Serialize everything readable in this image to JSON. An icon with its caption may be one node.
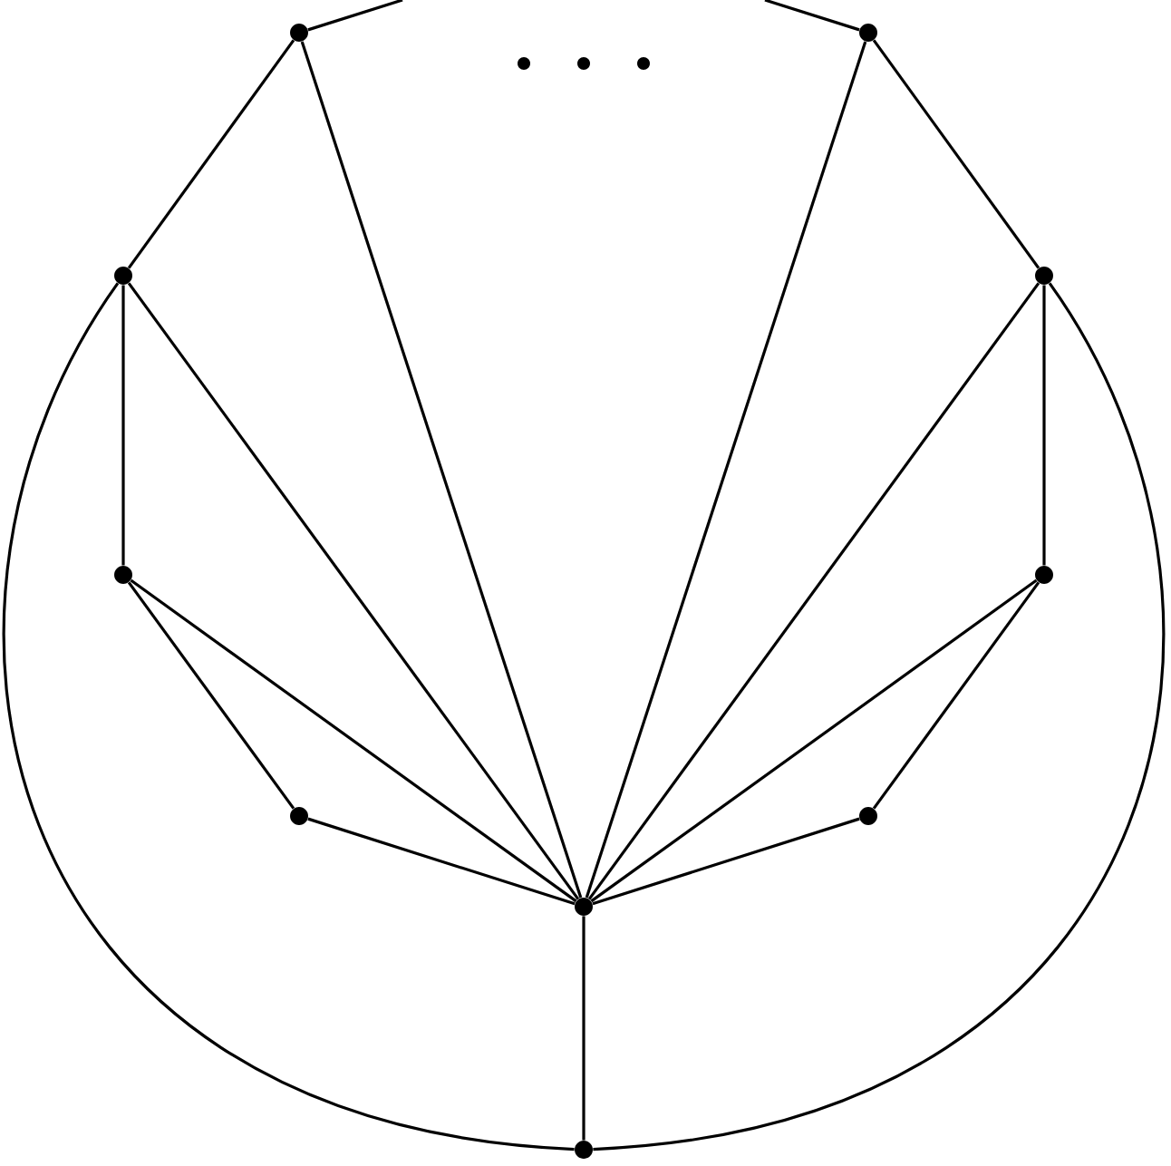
{
  "diagram": {
    "nodes": [
      {
        "text": [],
        "shape": "circle"
      },
      {
        "text": [],
        "shape": "circle"
      },
      {
        "text": [],
        "shape": "circle"
      },
      {
        "text": [],
        "shape": "circle"
      },
      {
        "text": [],
        "shape": "circle"
      },
      {
        "text": [],
        "shape": "circle"
      },
      {
        "text": [],
        "shape": "circle"
      },
      {
        "text": [],
        "shape": "circle"
      },
      {
        "text": [],
        "shape": "circle"
      },
      {
        "text": [],
        "shape": "circle"
      }
    ],
    "edges": [
      {
        "from": 0,
        "to": null,
        "arrow": "none"
      },
      {
        "from": 1,
        "to": null,
        "arrow": "none"
      },
      {
        "from": 0,
        "to": 2,
        "arrow": "none"
      },
      {
        "from": 0,
        "to": 8,
        "arrow": "none"
      },
      {
        "from": 1,
        "to": 3,
        "arrow": "none"
      },
      {
        "from": 1,
        "to": 8,
        "arrow": "none"
      },
      {
        "from": 2,
        "to": 4,
        "arrow": "none"
      },
      {
        "from": 2,
        "to": 8,
        "arrow": "none"
      },
      {
        "from": 2,
        "to": 9,
        "arrow": "none"
      },
      {
        "from": 3,
        "to": 5,
        "arrow": "none"
      },
      {
        "from": 3,
        "to": 8,
        "arrow": "none"
      },
      {
        "from": 3,
        "to": 9,
        "arrow": "none"
      },
      {
        "from": 4,
        "to": 6,
        "arrow": "none"
      },
      {
        "from": 4,
        "to": 8,
        "arrow": "none"
      },
      {
        "from": 5,
        "to": 7,
        "arrow": "none"
      },
      {
        "from": 5,
        "to": 8,
        "arrow": "none"
      },
      {
        "from": 6,
        "to": 8,
        "arrow": "none"
      },
      {
        "from": 7,
        "to": 8,
        "arrow": "none"
      },
      {
        "from": 8,
        "to": 9,
        "arrow": "none"
      }
    ]
  }
}
